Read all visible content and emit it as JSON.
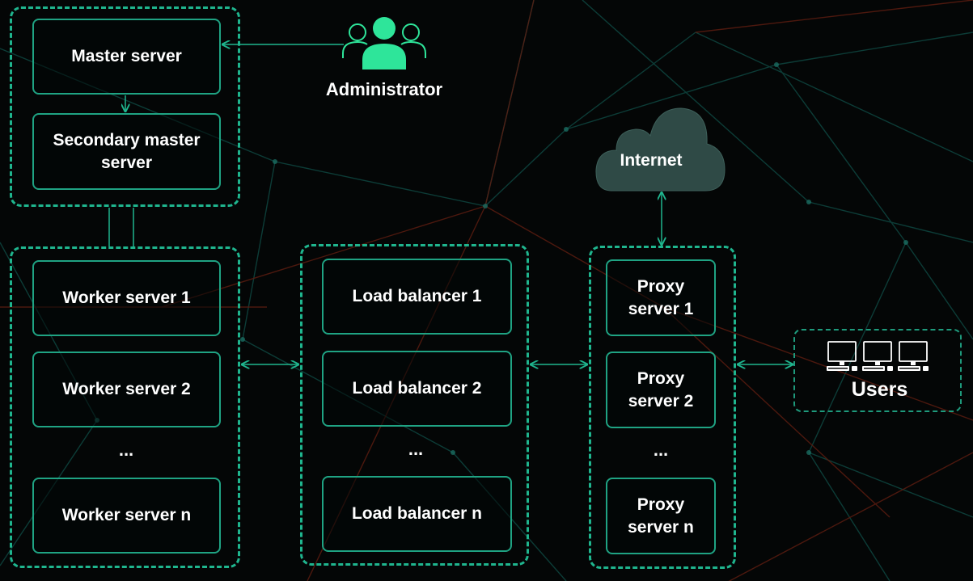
{
  "colors": {
    "accent": "#1fb58e",
    "icon_green": "#2ee59a",
    "background": "#040606"
  },
  "administrator": {
    "label": "Administrator",
    "icon": "users-group-icon"
  },
  "internet": {
    "label": "Internet",
    "icon": "cloud-icon"
  },
  "users": {
    "label": "Users",
    "icon": "computer-icon"
  },
  "master_group": {
    "master": "Master server",
    "secondary_line1": "Secondary master",
    "secondary_line2": "server"
  },
  "workers": {
    "items": [
      "Worker server 1",
      "Worker server 2",
      "Worker server n"
    ],
    "ellipsis": "..."
  },
  "balancers": {
    "items": [
      "Load balancer 1",
      "Load balancer 2",
      "Load balancer n"
    ],
    "ellipsis": "..."
  },
  "proxies": {
    "items": [
      {
        "line1": "Proxy",
        "line2": "server 1"
      },
      {
        "line1": "Proxy",
        "line2": "server 2"
      },
      {
        "line1": "Proxy",
        "line2": "server n"
      }
    ],
    "ellipsis": "..."
  }
}
